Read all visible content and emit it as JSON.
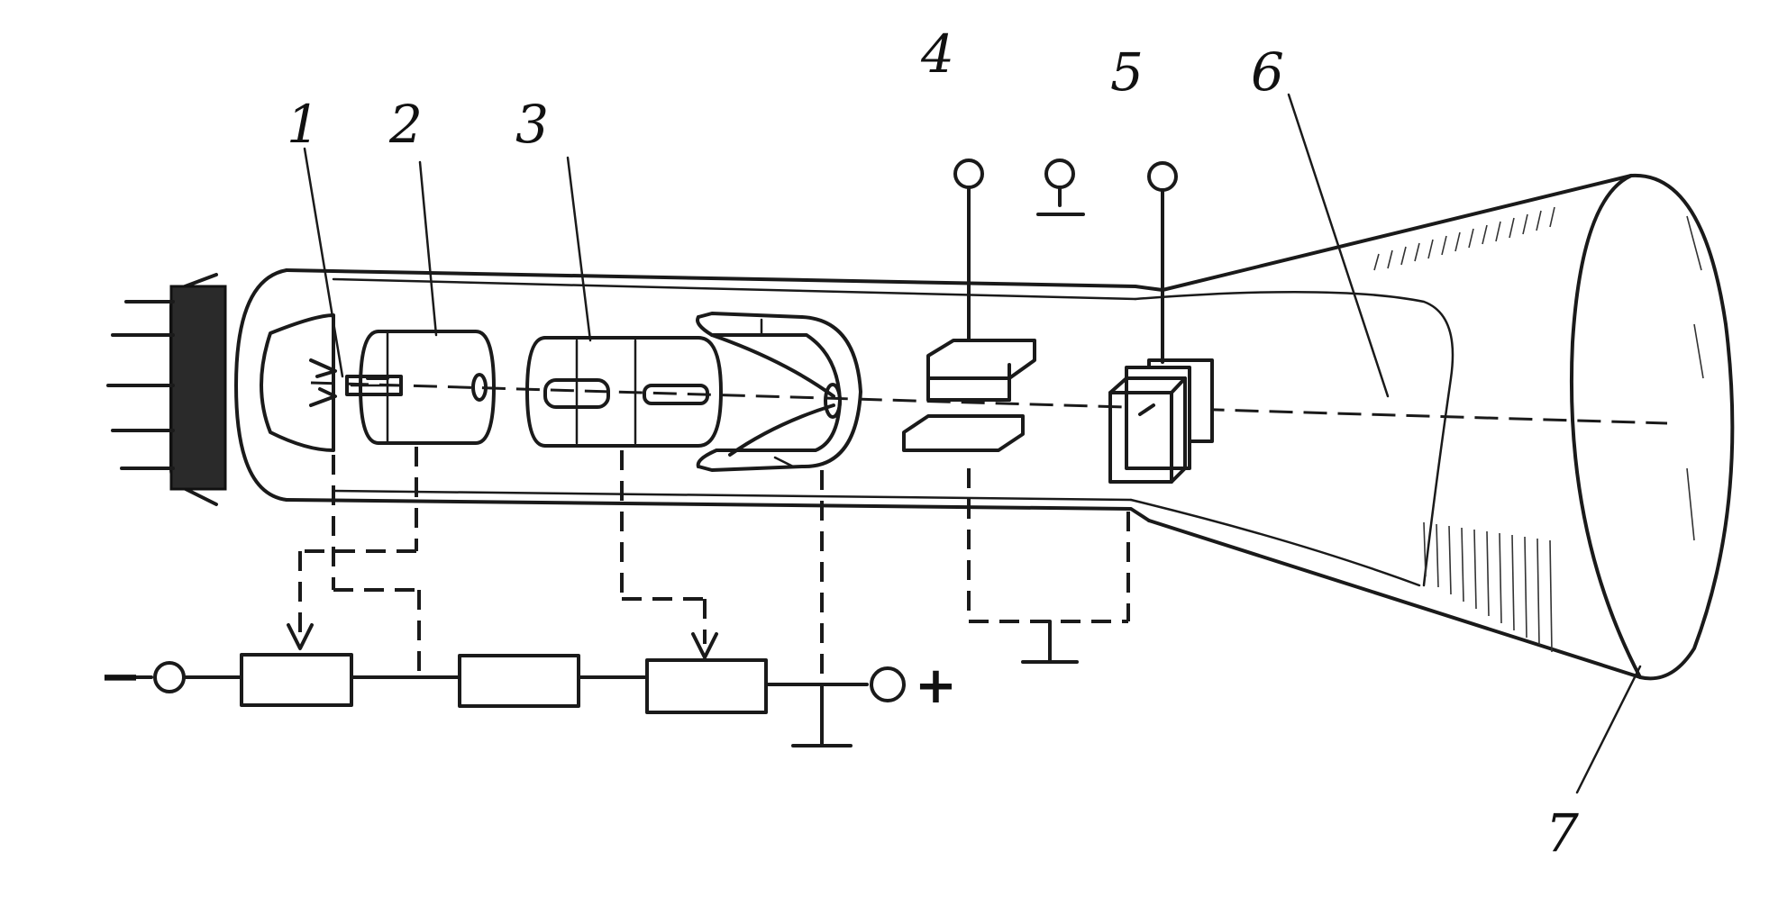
{
  "diagram": {
    "labels": {
      "l1": "1",
      "l2": "2",
      "l3": "3",
      "l4": "4",
      "l5": "5",
      "l6": "6",
      "l7": "7"
    },
    "terminals": {
      "negative": "−",
      "positive": "+"
    }
  }
}
